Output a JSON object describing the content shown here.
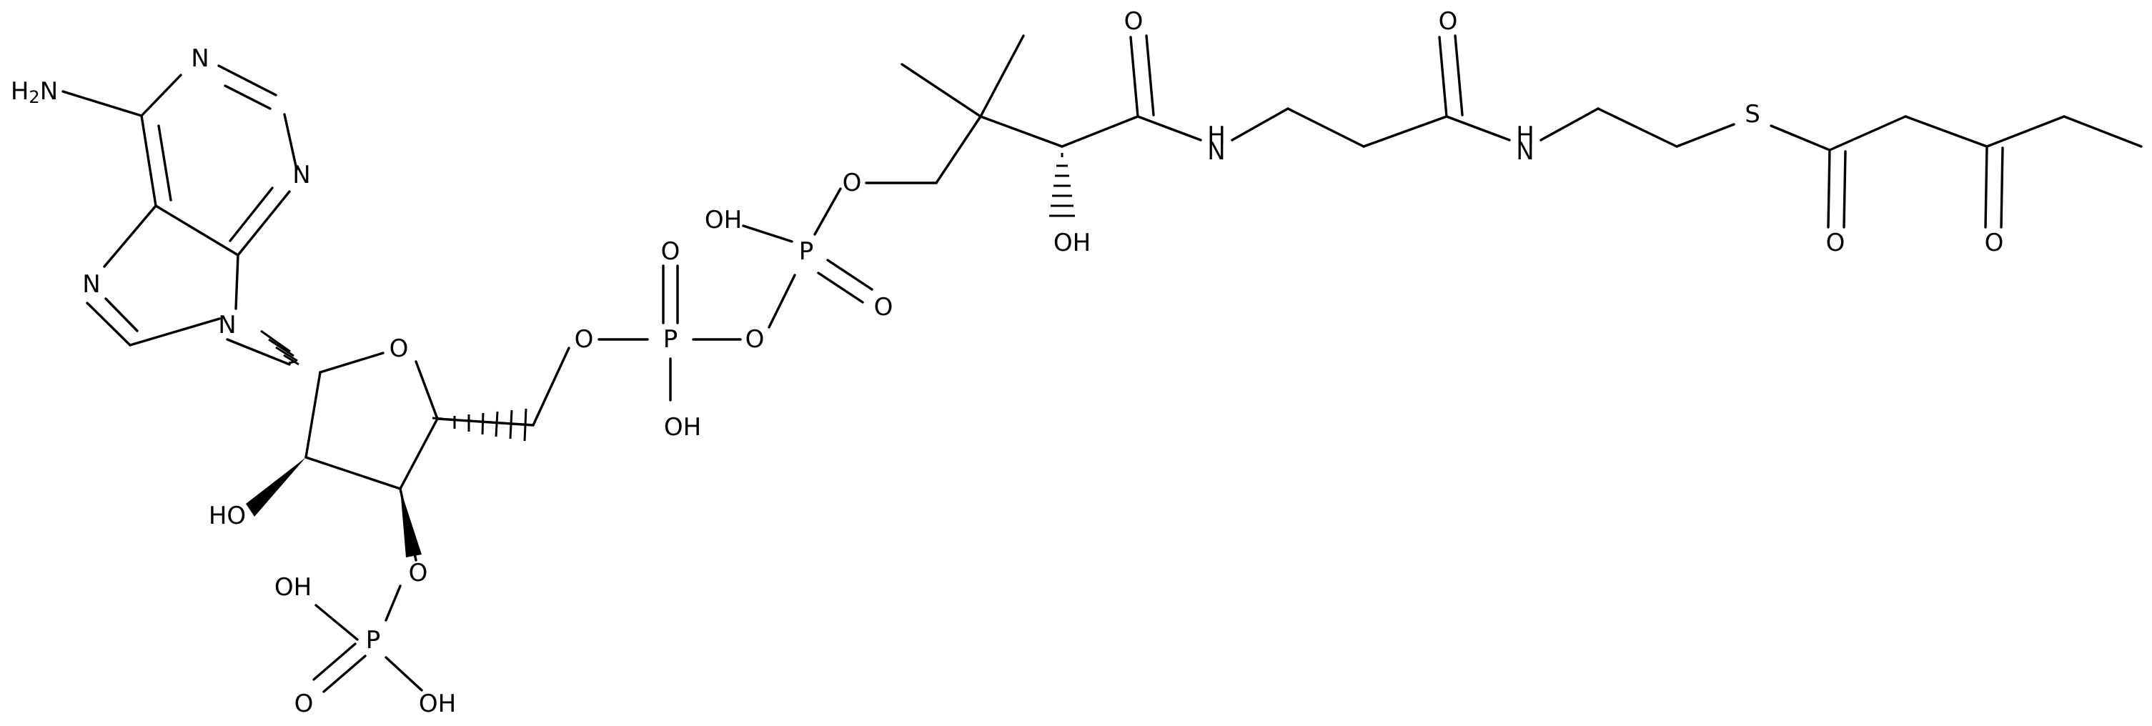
{
  "diagram": {
    "kind": "skeletal chemical structure",
    "line_color": "#000000",
    "background": "#ffffff"
  },
  "labels": {
    "amine": "H2N",
    "n1": "N",
    "n3": "N",
    "n7": "N",
    "n9": "N",
    "ring_o": "O",
    "oh_2prime": "HO",
    "o_3prime": "O",
    "p3_oh_a": "OH",
    "p3_p": "P",
    "p3_oh_b": "OH",
    "p3_dbl_o": "O",
    "o_5prime": "O",
    "pa_p": "P",
    "pa_dbl_o": "O",
    "pa_oh": "OH",
    "pa_bridge_o": "O",
    "pb_p": "P",
    "pb_oh": "OH",
    "pb_dbl_o": "O",
    "pb_ester_o": "O",
    "pant_oh": "OH",
    "amide1_o": "O",
    "amide1_nh": "H\nN",
    "amide2_o": "O",
    "amide2_nh": "H\nN",
    "thio_s": "S",
    "thioester_o": "O",
    "keto_o": "O"
  }
}
